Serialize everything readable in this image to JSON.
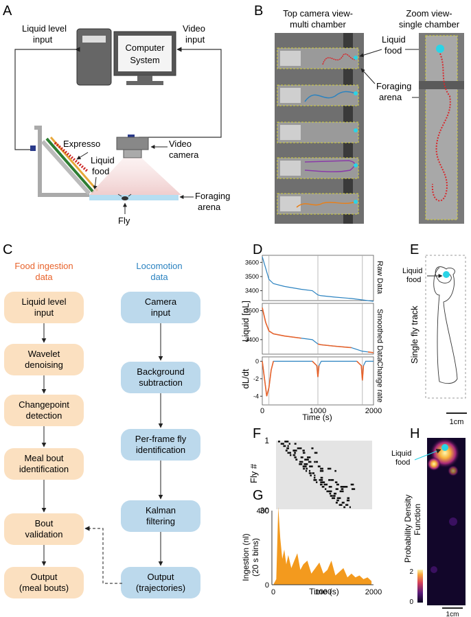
{
  "panels": {
    "a": "A",
    "b": "B",
    "c": "C",
    "d": "D",
    "e": "E",
    "f": "F",
    "g": "G",
    "h": "H"
  },
  "panel_a": {
    "liquid_level_input": [
      "Liquid level",
      "input"
    ],
    "video_input": [
      "Video",
      "input"
    ],
    "computer_system": [
      "Computer",
      "System"
    ],
    "expresso": "Expresso",
    "liquid_food": [
      "Liquid",
      "food"
    ],
    "video_camera": [
      "Video",
      "camera"
    ],
    "foraging_arena": [
      "Foraging",
      "arena"
    ],
    "fly": "Fly"
  },
  "panel_b": {
    "top_view": [
      "Top camera view-",
      "multi chamber"
    ],
    "zoom_view": [
      "Zoom view-",
      "single chamber"
    ],
    "liquid_food": [
      "Liquid",
      "food"
    ],
    "foraging_arena": [
      "Foraging",
      "arena"
    ]
  },
  "panel_c": {
    "food_header": [
      "Food ingestion",
      "data"
    ],
    "loco_header": [
      "Locomotion",
      "data"
    ],
    "food_steps": [
      [
        "Liquid level",
        "input"
      ],
      [
        "Wavelet",
        "denoising"
      ],
      [
        "Changepoint",
        "detection"
      ],
      [
        "Meal bout",
        "identification"
      ],
      [
        "Bout",
        "validation"
      ],
      [
        "Output",
        "(meal bouts)"
      ]
    ],
    "loco_steps": [
      [
        "Camera",
        "input"
      ],
      [
        "Background",
        "subtraction"
      ],
      [
        "Per-frame fly",
        "identification"
      ],
      [
        "Kalman",
        "filtering"
      ],
      [
        "Output",
        "(trajectories)"
      ]
    ],
    "food_color": "#fbe0c0",
    "loco_color": "#bcd9ec",
    "food_text_color": "#e8622a",
    "loco_text_color": "#2a82c0"
  },
  "panel_d": {
    "ylabel_top": "Liquid [nL]",
    "ylabel_bottom": "dL/dt",
    "xlabel": "Time (s)",
    "row_labels": [
      "Raw Data",
      "Smoothed Data",
      "Change rate"
    ],
    "yticks_top": [
      "3600",
      "3500",
      "3400"
    ],
    "yticks_mid": [
      "3600",
      "3400"
    ],
    "yticks_bottom": [
      "0",
      "-2",
      "-4"
    ],
    "xticks": [
      "0",
      "1000",
      "2000"
    ]
  },
  "panel_e": {
    "liquid_food": [
      "Liquid",
      "food"
    ],
    "side_label": "Single fly track",
    "scale": "1cm"
  },
  "panel_f": {
    "ylabel": "Fly #",
    "yticks": [
      "1",
      "30"
    ]
  },
  "panel_g": {
    "ylabel": [
      "Ingestion (nl)",
      "(20 s bins)"
    ],
    "xlabel": "Time (s)",
    "yticks": [
      "400",
      "0"
    ],
    "xticks": [
      "0",
      "1000",
      "2000"
    ]
  },
  "panel_h": {
    "liquid_food": [
      "Liquid",
      "food"
    ],
    "side_label": [
      "Probability Density",
      "Function"
    ],
    "cbar_ticks": [
      "2",
      "0"
    ],
    "scale": "1cm"
  },
  "colors": {
    "orange": "#e8622a",
    "blue": "#2a82c0",
    "hist_orange": "#f39a1e",
    "cyan": "#2ad4e6",
    "track_red": "#d8262a"
  },
  "chart_data": [
    {
      "type": "line",
      "title": "",
      "xlabel": "Time (s)",
      "ylabel": "Liquid [nL]",
      "xlim": [
        0,
        2000
      ],
      "ylim": [
        3330,
        3650
      ],
      "series": [
        {
          "name": "Raw Data",
          "x": [
            0,
            60,
            120,
            200,
            400,
            700,
            900,
            1000,
            1050,
            1300,
            1600,
            1800,
            1900,
            2000
          ],
          "y": [
            3640,
            3560,
            3480,
            3450,
            3430,
            3410,
            3400,
            3370,
            3365,
            3355,
            3345,
            3335,
            3330,
            3325
          ]
        }
      ]
    },
    {
      "type": "line",
      "title": "",
      "xlabel": "Time (s)",
      "ylabel": "",
      "xlim": [
        0,
        2000
      ],
      "ylim": [
        3300,
        3650
      ],
      "series": [
        {
          "name": "Smoothed Data",
          "x": [
            0,
            60,
            120,
            200,
            400,
            700,
            900,
            1000,
            1050,
            1300,
            1600,
            1800,
            1900,
            2000
          ],
          "y": [
            3620,
            3520,
            3460,
            3440,
            3425,
            3410,
            3400,
            3370,
            3365,
            3355,
            3345,
            3320,
            3315,
            3310
          ]
        }
      ]
    },
    {
      "type": "line",
      "title": "",
      "xlabel": "Time (s)",
      "ylabel": "dL/dt",
      "xlim": [
        0,
        2000
      ],
      "ylim": [
        -5,
        0.5
      ],
      "series": [
        {
          "name": "Change rate",
          "x": [
            0,
            40,
            80,
            120,
            160,
            200,
            260,
            900,
            980,
            1000,
            1020,
            1060,
            1700,
            1780,
            1800,
            1820,
            1860,
            2000
          ],
          "y": [
            0,
            -2,
            -4,
            -3,
            -1,
            0,
            0,
            0,
            -0.5,
            -1.8,
            -0.5,
            0,
            0,
            -0.5,
            -2.2,
            -0.5,
            0,
            0
          ]
        }
      ]
    },
    {
      "type": "area",
      "title": "",
      "xlabel": "Time (s)",
      "ylabel": "Ingestion (nl) (20 s bins)",
      "xlim": [
        0,
        2000
      ],
      "ylim": [
        0,
        400
      ],
      "x": [
        0,
        60,
        100,
        140,
        180,
        220,
        260,
        300,
        360,
        420,
        480,
        540,
        600,
        680,
        760,
        840,
        920,
        1000,
        1080,
        1160,
        1240,
        1320,
        1400,
        1480,
        1560,
        1640,
        1720,
        1800,
        1880,
        1960
      ],
      "values": [
        0,
        30,
        420,
        250,
        140,
        190,
        110,
        160,
        90,
        130,
        170,
        80,
        110,
        130,
        60,
        90,
        120,
        60,
        80,
        130,
        50,
        70,
        90,
        40,
        60,
        40,
        50,
        30,
        40,
        20
      ]
    }
  ]
}
